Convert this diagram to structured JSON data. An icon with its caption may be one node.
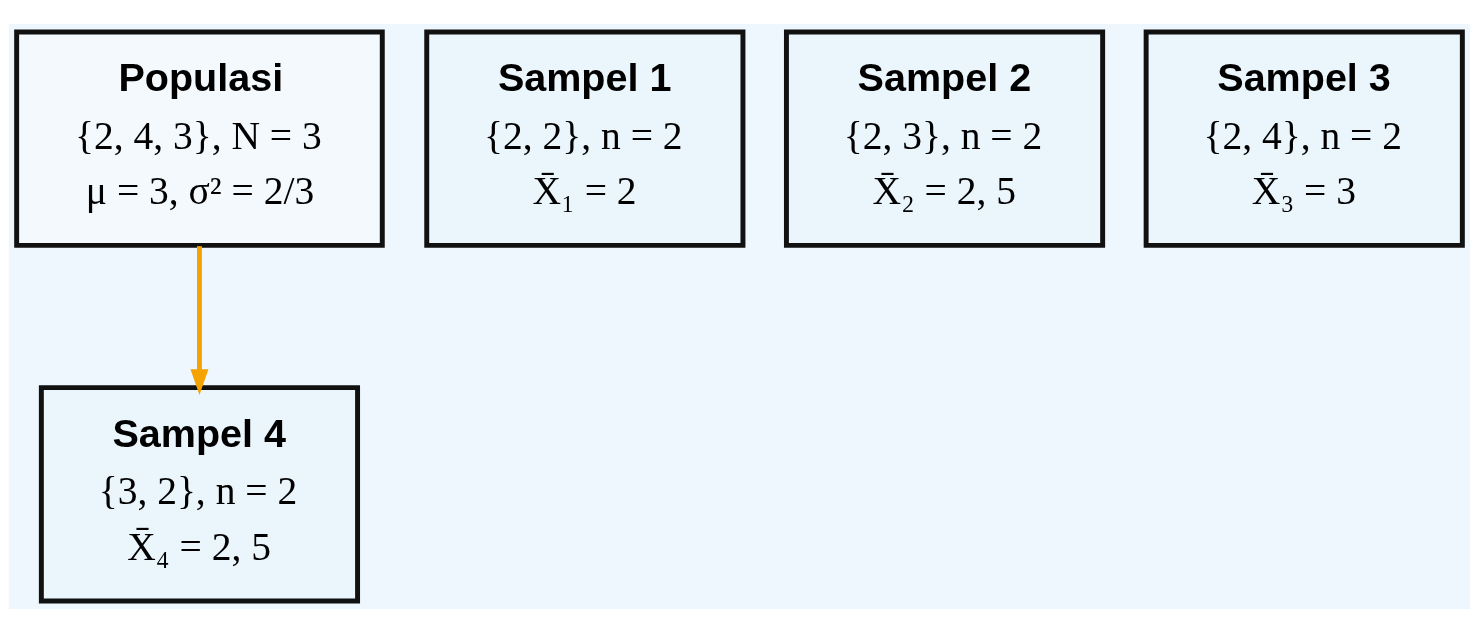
{
  "diagram": {
    "nodes": [
      {
        "text": [
          "Populasi",
          "{2, 4, 3}, N = 3",
          "μ = 3, σ² = 2/3"
        ]
      },
      {
        "text": [
          "Sampel 1",
          "{2, 2}, n = 2",
          "X̄₁ = 2"
        ]
      },
      {
        "text": [
          "Sampel 2",
          "{2, 3}, n = 2",
          "X̄₂ = 2, 5"
        ]
      },
      {
        "text": [
          "Sampel 3",
          "{2, 4}, n = 2",
          "X̄₃ = 3"
        ]
      },
      {
        "text": [
          "Sampel 4",
          "{3, 2}, n = 2",
          "X̄₄ = 2, 5"
        ]
      }
    ],
    "edges": [
      {
        "from": 0,
        "to": 4,
        "arrow": "to",
        "color": "#f5a300"
      }
    ]
  }
}
